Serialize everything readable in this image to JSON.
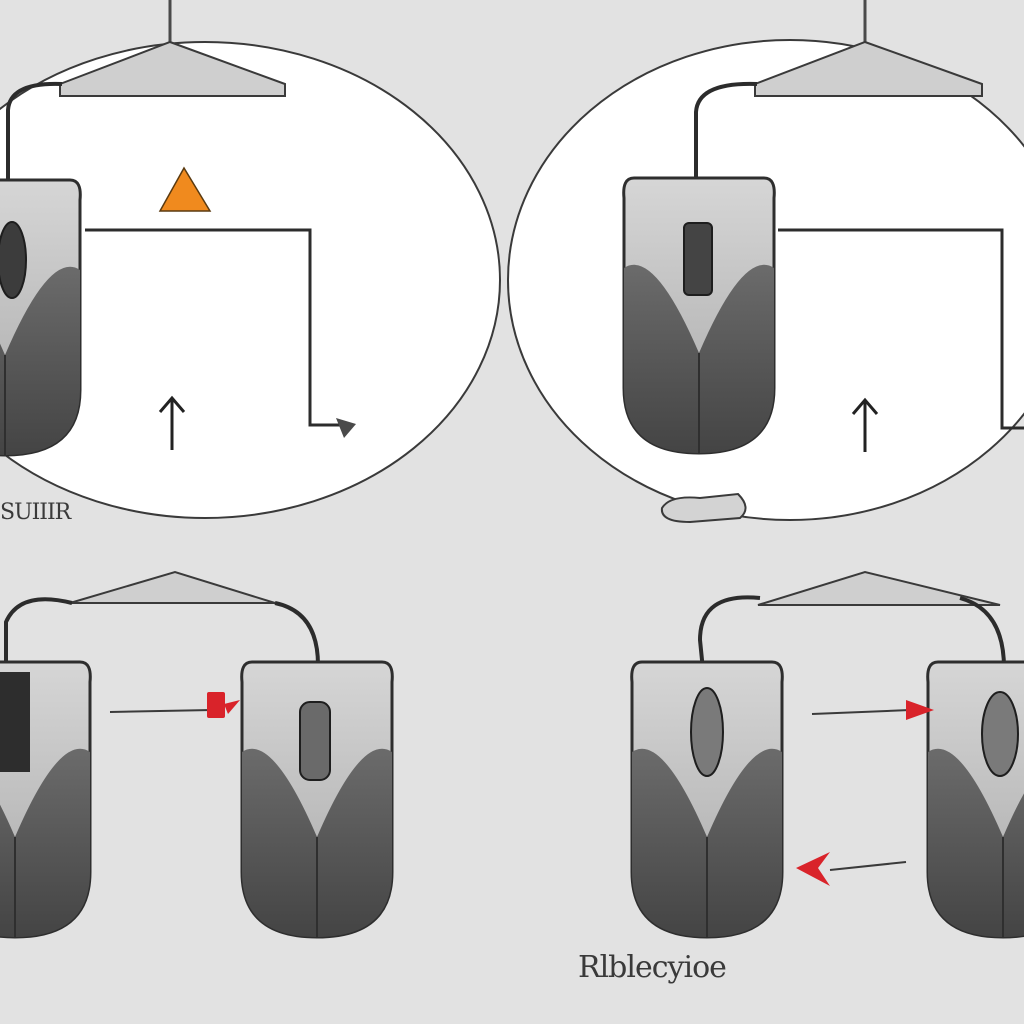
{
  "captions": {
    "left_fragment": "SUIIIR",
    "bottom": "Rlblecyioe"
  },
  "colors": {
    "background": "#e2e2e2",
    "panel": "#ffffff",
    "mouse_light": "#b9b9b9",
    "mouse_dark": "#5f5f5f",
    "warning": "#f08a1e",
    "arrow_red": "#d9232a"
  },
  "icons": [
    "mouse-icon",
    "cable",
    "warning-triangle-icon",
    "up-arrow-icon",
    "red-arrow-icon"
  ]
}
